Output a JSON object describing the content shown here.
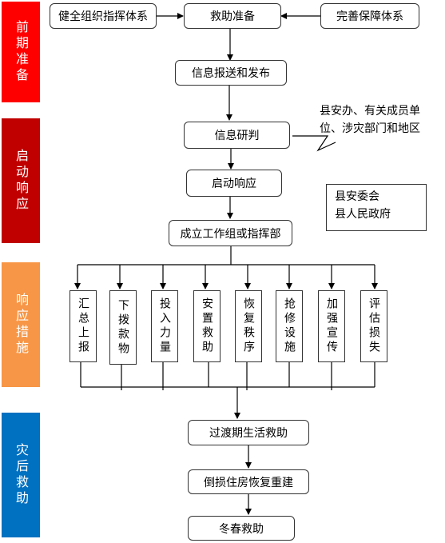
{
  "phases": [
    {
      "label": "前期准备",
      "color": "#ff0000"
    },
    {
      "label": "启动响应",
      "color": "#c00000"
    },
    {
      "label": "响应措施",
      "color": "#f79646"
    },
    {
      "label": "灾后救助",
      "color": "#0070c0"
    }
  ],
  "top": {
    "left": "健全组织指挥体系",
    "center": "救助准备",
    "right": "完善保障体系"
  },
  "flow": {
    "info_report": "信息报送和发布",
    "info_study": "信息研判",
    "start_response": "启动响应",
    "establish_group": "成立工作组或指挥部"
  },
  "callout": {
    "line1": "县安办、有关成员单",
    "line2": "位、涉灾部门和地区"
  },
  "note": {
    "line1": "县安委会",
    "line2": "县人民政府"
  },
  "measures": [
    "汇总上报",
    "下拨款物",
    "投入力量",
    "安置救助",
    "恢复秩序",
    "抢修设施",
    "加强宣传",
    "评估损失"
  ],
  "aftermath": {
    "transition": "过渡期生活救助",
    "rebuild": "倒损住房恢复重建",
    "winter": "冬春救助"
  }
}
